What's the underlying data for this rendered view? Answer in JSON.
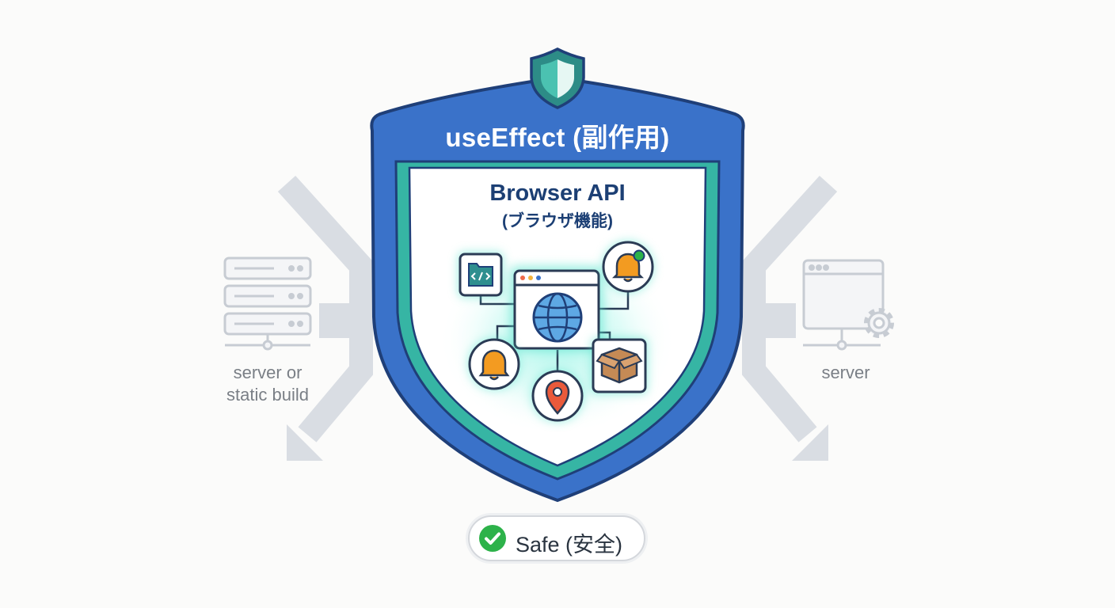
{
  "shield": {
    "title": "useEffect (副作用)",
    "inner_title": "Browser API",
    "inner_subtitle": "(ブラウザ機能)"
  },
  "left": {
    "label_line1": "server or",
    "label_line2": "static build"
  },
  "right": {
    "label": "server"
  },
  "status": {
    "label": "Safe (安全)",
    "icon": "check-circle-icon"
  },
  "icons": [
    "shield-badge-icon",
    "server-stack-icon",
    "server-window-gear-icon",
    "code-folder-icon",
    "browser-globe-icon",
    "notification-bell-icon",
    "bell-icon",
    "package-box-icon",
    "location-pin-icon"
  ],
  "colors": {
    "shield_blue": "#3a72c9",
    "shield_teal": "#36b5a4",
    "shield_outline": "#1f3f78",
    "glow": "#55e2cf",
    "arrow_gray": "#d9dde3",
    "text_gray": "#7a7f86",
    "bell_orange": "#f39b21",
    "pin_red": "#ea5a3b",
    "box_brown": "#c58a55",
    "check_green": "#2db24a"
  }
}
